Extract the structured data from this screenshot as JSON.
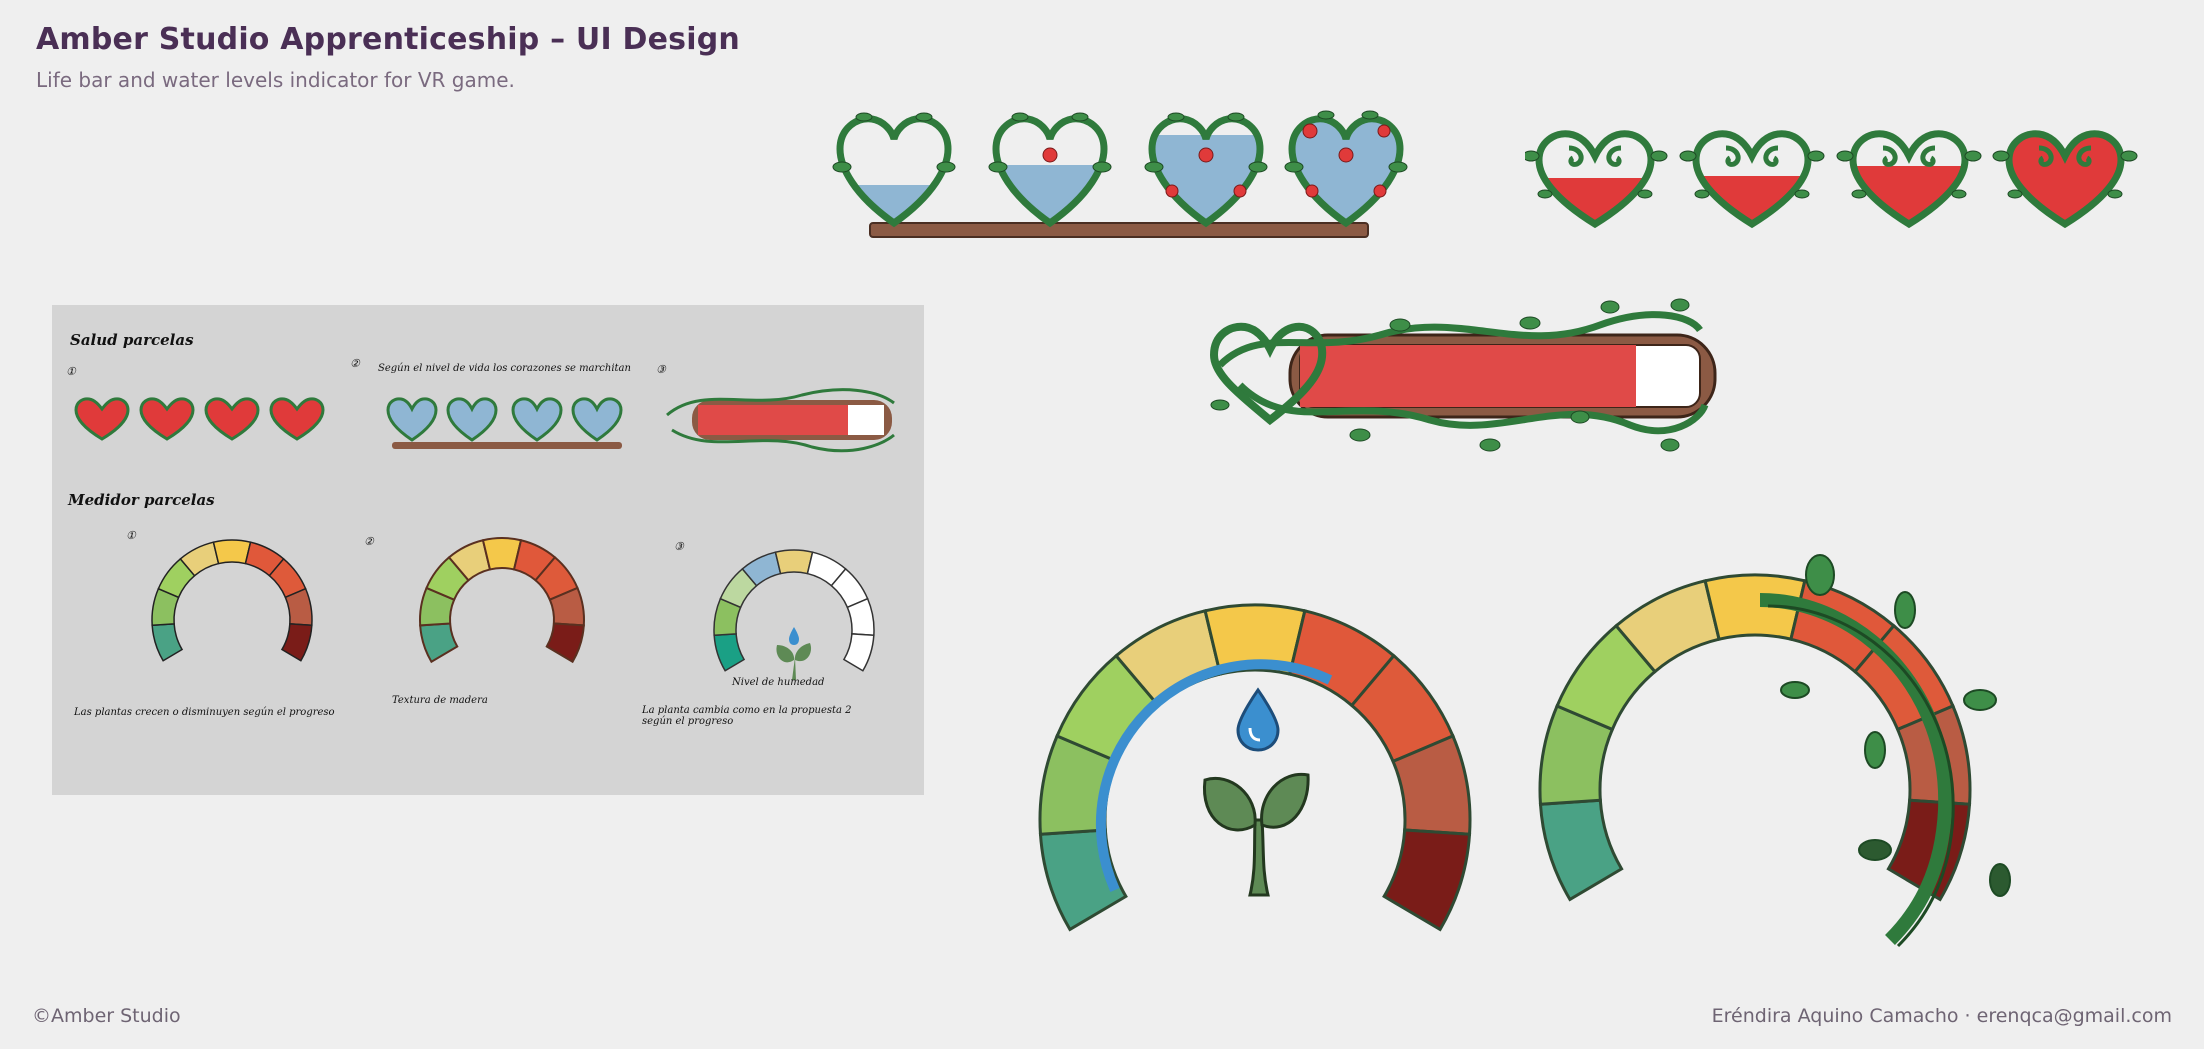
{
  "header": {
    "title": "Amber Studio Apprenticeship – UI Design",
    "subtitle": "Life bar and water levels indicator for VR game."
  },
  "footer": {
    "copyright": "©Amber Studio",
    "author": "Eréndira Aquino Camacho · erenqca@gmail.com"
  },
  "sketches": {
    "section1_title": "Salud parcelas",
    "section1_note2": "Según el nivel de vida los corazones se marchitan",
    "section2_title": "Medidor parcelas",
    "note_gauge1": "Las plantas crecen o disminuyen según el progreso",
    "note_gauge2": "Textura de madera",
    "note_gauge3_label": "Nivel de humedad",
    "note_gauge3": "La planta cambia como en la propuesta 2 según el progreso",
    "n1": "①",
    "n2": "②",
    "n3": "③"
  },
  "colors": {
    "vine": "#2f7a3c",
    "leaf": "#3e8e48",
    "heart_red": "#e03a3a",
    "water": "#8fb6d3",
    "soil": "#8b5a44",
    "bar_red": "#e04a48",
    "water_drop": "#3b8fcf"
  },
  "indicators": {
    "water_hearts_levels": [
      0.2,
      0.45,
      0.7,
      0.95
    ],
    "health_hearts_levels": [
      0.5,
      0.5,
      0.6,
      0.9
    ],
    "life_bar_fill": 0.85
  }
}
